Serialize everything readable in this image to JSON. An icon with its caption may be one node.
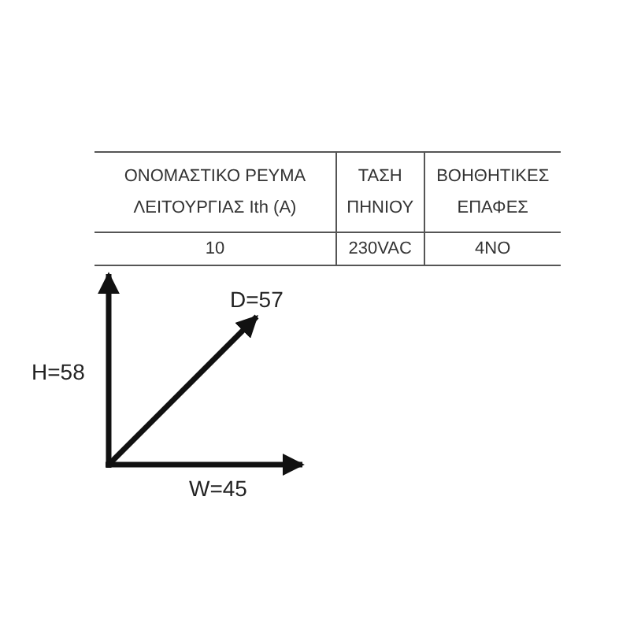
{
  "diagram": {
    "labels": [
      "ΟΝΟΜΑΣΤΙΚΟ ΡΕΥΜΑ ΛΕΙΤΟΥΡΓΙΑΣ Ith (A)",
      "ΤΑΣΗ ΠΗΝΙΟΥ",
      "ΒΟΗΘΗΤΙΚΕΣ ΕΠΑΦΕΣ",
      "10",
      "230VAC",
      "4NO",
      "D=57",
      "H=58",
      "W=45"
    ]
  }
}
